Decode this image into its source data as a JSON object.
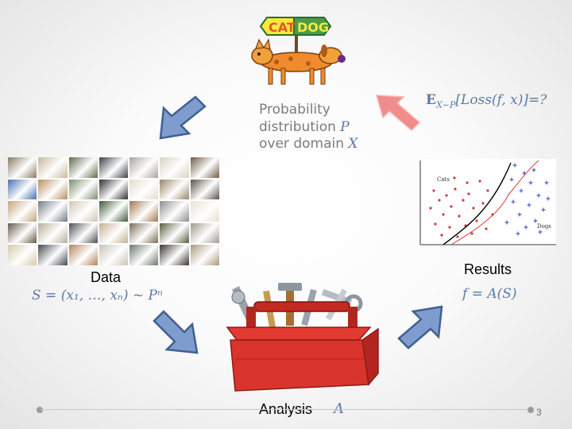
{
  "probability": {
    "line1": "Probability",
    "line2_text": "distribution ",
    "line2_var": "P",
    "line3_text": "over domain ",
    "line3_var": "X"
  },
  "expectation": {
    "E": "E",
    "sub": "X~P",
    "body": "[Loss(f, x)]=?"
  },
  "logo_text": {
    "cat": "CAT",
    "dog": "DOG"
  },
  "data_label": "Data",
  "sample_formula": "S = (x₁, …, xₙ) ~ Pⁿ",
  "results_label": "Results",
  "results_formula": "f = A(S)",
  "analysis_label": "Analysis",
  "analysis_var": "A",
  "scatter": {
    "cats": "Cats",
    "dogs": "Dogs"
  },
  "page_number": "3",
  "colors": {
    "arrow_blue": "#7f9ccf",
    "arrow_blue_edge": "#425f91",
    "arrow_pink": "#f08c8c",
    "toolbox_red": "#d9342b"
  }
}
